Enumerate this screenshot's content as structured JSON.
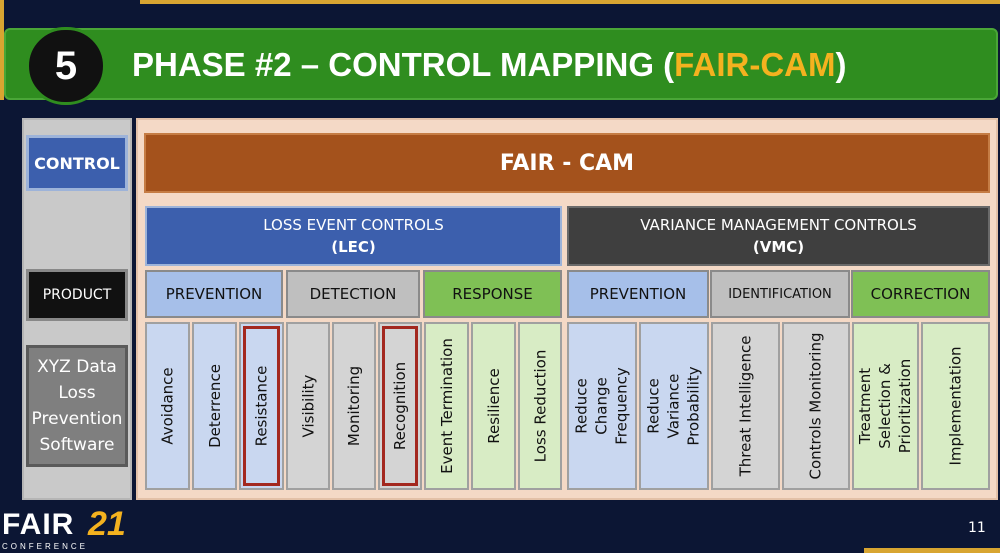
{
  "header": {
    "badge": "5",
    "title_prefix": "PHASE #2 – CONTROL MAPPING (",
    "title_highlight": "FAIR-CAM",
    "title_suffix": ")"
  },
  "left": {
    "control": "CONTROL",
    "product": "PRODUCT",
    "product_name": "XYZ Data Loss Prevention Software"
  },
  "main": {
    "framework": "FAIR - CAM",
    "lec": {
      "line1": "LOSS EVENT CONTROLS",
      "line2": "(LEC)"
    },
    "vmc": {
      "line1": "VARIANCE MANAGEMENT CONTROLS",
      "line2": "(VMC)"
    },
    "lec_groups": [
      "PREVENTION",
      "DETECTION",
      "RESPONSE"
    ],
    "vmc_groups": [
      "PREVENTION",
      "IDENTIFICATION",
      "CORRECTION"
    ],
    "columns": [
      "Avoidance",
      "Deterrence",
      "Resistance",
      "Visibility",
      "Monitoring",
      "Recognition",
      "Event Termination",
      "Resilience",
      "Loss Reduction",
      "Reduce Change Frequency",
      "Reduce Variance Probability",
      "Threat Intelligence",
      "Controls Monitoring",
      "Treatment Selection & Prioritization",
      "Implementation"
    ]
  },
  "footer": {
    "logo_text": "FAIR",
    "logo_number": "21",
    "logo_sub": "CONFERENCE",
    "page": "11"
  },
  "colors": {
    "header_green": "#2f8d1f",
    "highlight_gold": "#f4b21f",
    "lec_blue": "#3c5fad",
    "framework_brown": "#a4521c",
    "selected_red": "#a3281f"
  }
}
